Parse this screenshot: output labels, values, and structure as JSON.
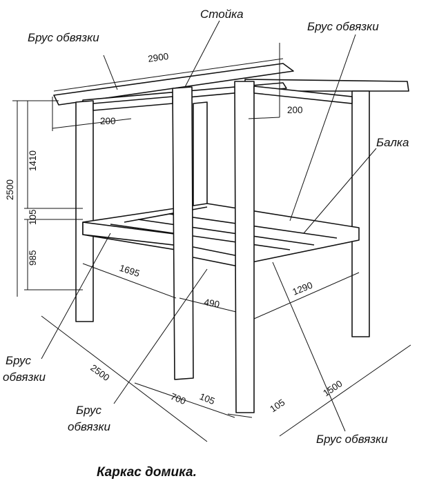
{
  "labels": {
    "stoyka": "Стойка",
    "brus_top_left": "Брус обвязки",
    "brus_top_right": "Брус обвязки",
    "balka": "Балка",
    "brus_left_1": "Брус",
    "brus_left_2": "обвязки",
    "brus_bottom_1": "Брус",
    "brus_bottom_2": "обвязки",
    "brus_bottom_right": "Брус обвязки"
  },
  "dimensions": {
    "d2900": "2900",
    "d200_left": "200",
    "d200_right": "200",
    "d1410": "1410",
    "d2500_vert": "2500",
    "d105_vert": "105",
    "d985": "985",
    "d1695": "1695",
    "d490": "490",
    "d1290": "1290",
    "d2500_base": "2500",
    "d700": "700",
    "d105_a": "105",
    "d105_b": "105",
    "d1500": "1500"
  },
  "caption": "Каркас домика."
}
